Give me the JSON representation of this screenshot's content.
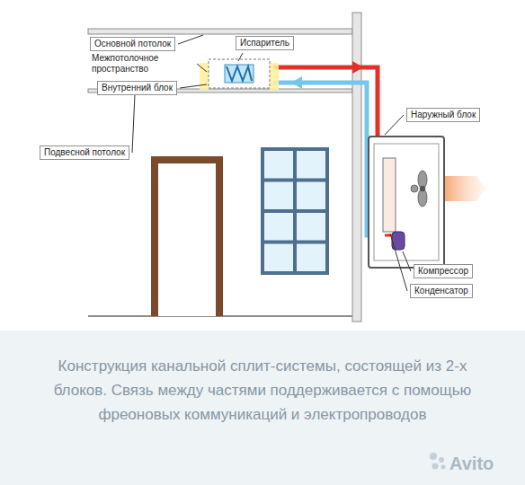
{
  "diagram": {
    "caption": "Конструкция канальной сплит-системы, состоящей из 2-х блоков. Связь между частями поддерживается с помощью фреоновых коммуникаций и электропроводов",
    "labels": [
      "Основной потолок",
      "Межпотолочное пространство",
      "Испаритель",
      "Внутренний блок",
      "Подвесной потолок",
      "Наружный блок",
      "Компрессор",
      "Конденсатор",
      "Avito"
    ]
  }
}
